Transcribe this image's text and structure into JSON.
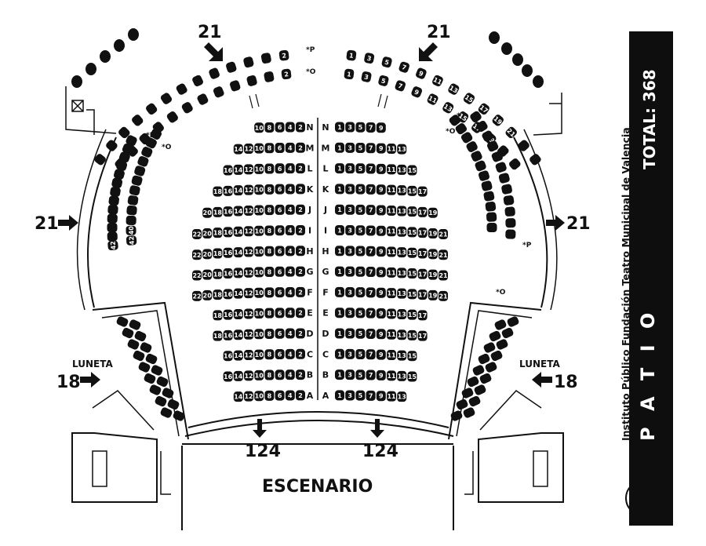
{
  "sidebar": {
    "venue": "Instituto Público Fundación Teatro Municipal de Valencia",
    "section": "P A T I O",
    "total": "TOTAL: 368"
  },
  "stage_label": "ESCENARIO",
  "annotations": {
    "top_left": "21",
    "top_right": "21",
    "left": "21",
    "right": "21",
    "luneta_left_label": "LUNETA",
    "luneta_left_count": "18",
    "luneta_right_label": "LUNETA",
    "luneta_right_count": "18",
    "bottom_left": "124",
    "bottom_right": "124"
  },
  "rows": [
    {
      "label": "N",
      "left": [
        "10",
        "8",
        "6",
        "4",
        "2"
      ],
      "right": [
        "1",
        "3",
        "5",
        "7",
        "9"
      ]
    },
    {
      "label": "M",
      "left": [
        "14",
        "12",
        "10",
        "8",
        "6",
        "4",
        "2"
      ],
      "right": [
        "1",
        "3",
        "5",
        "7",
        "9",
        "11",
        "13"
      ]
    },
    {
      "label": "L",
      "left": [
        "16",
        "14",
        "12",
        "10",
        "8",
        "6",
        "4",
        "2"
      ],
      "right": [
        "1",
        "3",
        "5",
        "7",
        "9",
        "11",
        "13",
        "15"
      ]
    },
    {
      "label": "K",
      "left": [
        "18",
        "16",
        "14",
        "12",
        "10",
        "8",
        "6",
        "4",
        "2"
      ],
      "right": [
        "1",
        "3",
        "5",
        "7",
        "9",
        "11",
        "13",
        "15",
        "17"
      ]
    },
    {
      "label": "J",
      "left": [
        "20",
        "18",
        "16",
        "14",
        "12",
        "10",
        "8",
        "6",
        "4",
        "2"
      ],
      "right": [
        "1",
        "3",
        "5",
        "7",
        "9",
        "11",
        "13",
        "15",
        "17",
        "19"
      ]
    },
    {
      "label": "I",
      "left": [
        "22",
        "20",
        "18",
        "16",
        "14",
        "12",
        "10",
        "8",
        "6",
        "4",
        "2"
      ],
      "right": [
        "1",
        "3",
        "5",
        "7",
        "9",
        "11",
        "13",
        "15",
        "17",
        "19",
        "21"
      ]
    },
    {
      "label": "H",
      "left": [
        "22",
        "20",
        "18",
        "16",
        "14",
        "12",
        "10",
        "8",
        "6",
        "4",
        "2"
      ],
      "right": [
        "1",
        "3",
        "5",
        "7",
        "9",
        "11",
        "13",
        "15",
        "17",
        "19",
        "21"
      ]
    },
    {
      "label": "G",
      "left": [
        "22",
        "20",
        "18",
        "16",
        "14",
        "12",
        "10",
        "8",
        "6",
        "4",
        "2"
      ],
      "right": [
        "1",
        "3",
        "5",
        "7",
        "9",
        "11",
        "13",
        "15",
        "17",
        "19",
        "21"
      ]
    },
    {
      "label": "F",
      "left": [
        "22",
        "20",
        "18",
        "16",
        "14",
        "12",
        "10",
        "8",
        "6",
        "4",
        "2"
      ],
      "right": [
        "1",
        "3",
        "5",
        "7",
        "9",
        "11",
        "13",
        "15",
        "17",
        "19",
        "21"
      ]
    },
    {
      "label": "E",
      "left": [
        "18",
        "16",
        "14",
        "12",
        "10",
        "8",
        "6",
        "4",
        "2"
      ],
      "right": [
        "1",
        "3",
        "5",
        "7",
        "9",
        "11",
        "13",
        "15",
        "17"
      ]
    },
    {
      "label": "D",
      "left": [
        "18",
        "16",
        "14",
        "12",
        "10",
        "8",
        "6",
        "4",
        "2"
      ],
      "right": [
        "1",
        "3",
        "5",
        "7",
        "9",
        "11",
        "13",
        "15",
        "17"
      ]
    },
    {
      "label": "C",
      "left": [
        "16",
        "14",
        "12",
        "10",
        "8",
        "6",
        "4",
        "2"
      ],
      "right": [
        "1",
        "3",
        "5",
        "7",
        "9",
        "11",
        "13",
        "15"
      ]
    },
    {
      "label": "B",
      "left": [
        "16",
        "14",
        "12",
        "10",
        "8",
        "6",
        "4",
        "2"
      ],
      "right": [
        "1",
        "3",
        "5",
        "7",
        "9",
        "11",
        "13",
        "15"
      ]
    },
    {
      "label": "A",
      "left": [
        "14",
        "12",
        "10",
        "8",
        "6",
        "4",
        "2"
      ],
      "right": [
        "1",
        "3",
        "5",
        "7",
        "9",
        "11",
        "13"
      ]
    }
  ],
  "top_arc_left": {
    "row_p": {
      "label": "*P",
      "seats": [
        "",
        "",
        "",
        "",
        "",
        "",
        "",
        "",
        "",
        "",
        "",
        "",
        "2"
      ]
    },
    "row_o": {
      "label": "*O",
      "seats": [
        "",
        "",
        "",
        "",
        "",
        "",
        "",
        "",
        "",
        "",
        "",
        "2"
      ]
    }
  },
  "top_arc_right": {
    "row_p": {
      "label": "*P",
      "seats": [
        "1",
        "3",
        "5",
        "7",
        "9",
        "11",
        "13",
        "15",
        "17",
        "19",
        "21",
        "",
        ""
      ]
    },
    "row_o": {
      "label": "*O",
      "seats": [
        "1",
        "3",
        "5",
        "7",
        "9",
        "11",
        "13",
        "15",
        "17",
        "19",
        "",
        ""
      ]
    }
  },
  "side_left": {
    "row_p": {
      "label": "*P",
      "seats": [
        "",
        "",
        "",
        "",
        "",
        "",
        "",
        "",
        "",
        "",
        "",
        "",
        "42"
      ]
    },
    "row_o": {
      "label": "*O",
      "seats": [
        "",
        "",
        "",
        "",
        "",
        "",
        "",
        "",
        "",
        "",
        "40",
        "42"
      ]
    }
  },
  "side_right": {
    "row_p": {
      "label": "*P",
      "seats": [
        "",
        "",
        "",
        "",
        "",
        "",
        "",
        "",
        "",
        "",
        "",
        ""
      ]
    },
    "row_o": {
      "label": "*O",
      "seats": [
        "",
        "",
        "",
        "",
        "",
        "",
        "",
        "",
        "",
        "",
        "",
        ""
      ]
    }
  },
  "luneta_left_seats": 18,
  "luneta_right_seats": 18
}
